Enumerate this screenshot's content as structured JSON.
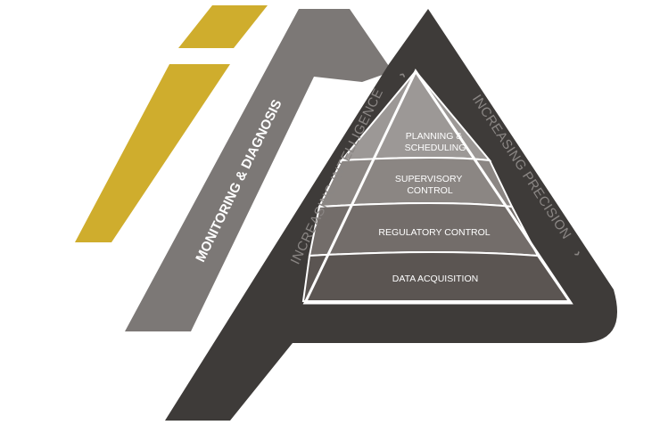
{
  "diagram": {
    "side_labels": {
      "monitoring": "MONITORING & DIAGNOSIS",
      "intelligence": "INCREASING INTELLIGENCE",
      "precision": "INCREASING PRECISION"
    },
    "pyramid_levels": [
      {
        "lines": [
          "PLANNING &",
          "SCHEDULING"
        ],
        "color": "#9c9896"
      },
      {
        "lines": [
          "SUPERVISORY",
          "CONTROL"
        ],
        "color": "#8b8683"
      },
      {
        "lines": [
          "REGULATORY CONTROL"
        ],
        "color": "#736d6a"
      },
      {
        "lines": [
          "DATA ACQUISITION"
        ],
        "color": "#5b5552"
      }
    ],
    "colors": {
      "gold": "#cfad2d",
      "gray_band": "#7c7876",
      "dark": "#3e3b39",
      "outline": "#ffffff"
    }
  }
}
